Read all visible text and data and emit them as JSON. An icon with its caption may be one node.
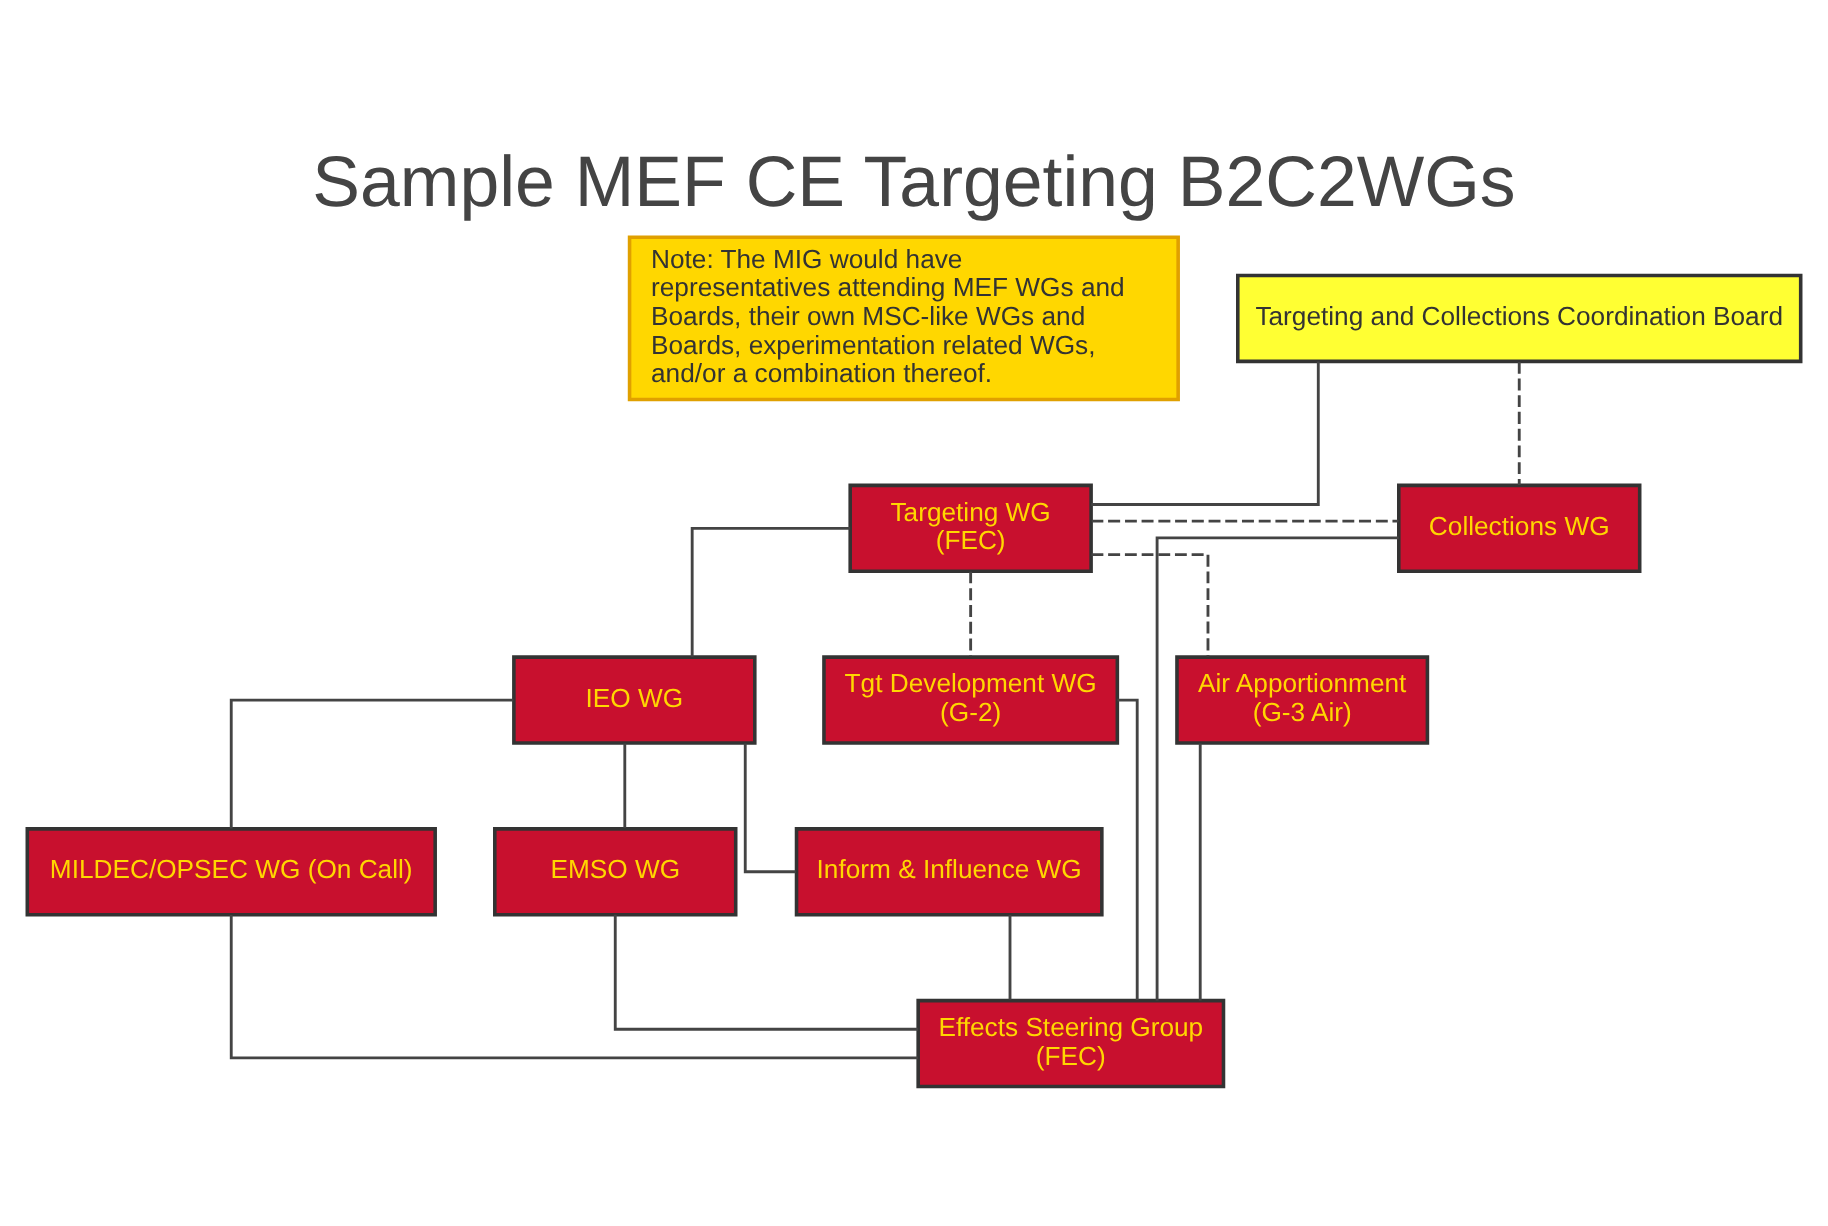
{
  "diagram": {
    "title": "Sample MEF CE Targeting B2C2WGs",
    "nodes": [
      {
        "text": [
          "Note: The MIG would have representatives attending MEF WGs and Boards, their own MSC-like WGs and Boards, experimentation related WGs, and/or a combination thereof."
        ]
      },
      {
        "text": [
          "Targeting and Collections Coordination Board"
        ]
      },
      {
        "text": [
          "Targeting WG",
          "(FEC)"
        ]
      },
      {
        "text": [
          "Collections WG"
        ]
      },
      {
        "text": [
          "IEO WG"
        ]
      },
      {
        "text": [
          "Tgt Development WG",
          "(G-2)"
        ]
      },
      {
        "text": [
          "Air Apportionment",
          "(G-3 Air)"
        ]
      },
      {
        "text": [
          "MILDEC/OPSEC WG (On Call)"
        ]
      },
      {
        "text": [
          "EMSO WG"
        ]
      },
      {
        "text": [
          "Inform & Influence WG"
        ]
      },
      {
        "text": [
          "Effects Steering Group",
          "(FEC)"
        ]
      }
    ],
    "edges": [
      {
        "from": 1,
        "to": 2,
        "arrow": "none"
      },
      {
        "from": 1,
        "to": 3,
        "arrow": "none",
        "style": "dashed"
      },
      {
        "from": 2,
        "to": 3,
        "arrow": "none",
        "style": "dashed"
      },
      {
        "from": 2,
        "to": 4,
        "arrow": "none"
      },
      {
        "from": 2,
        "to": 5,
        "arrow": "none",
        "style": "dashed"
      },
      {
        "from": 2,
        "to": 6,
        "arrow": "none",
        "style": "dashed"
      },
      {
        "from": 4,
        "to": 7,
        "arrow": "none"
      },
      {
        "from": 4,
        "to": 8,
        "arrow": "none"
      },
      {
        "from": 4,
        "to": 9,
        "arrow": "none"
      },
      {
        "from": 7,
        "to": 10,
        "arrow": "none"
      },
      {
        "from": 8,
        "to": 10,
        "arrow": "none"
      },
      {
        "from": 9,
        "to": 10,
        "arrow": "none"
      },
      {
        "from": 5,
        "to": 10,
        "arrow": "none"
      },
      {
        "from": 6,
        "to": 10,
        "arrow": "none"
      },
      {
        "from": 3,
        "to": 10,
        "arrow": "none"
      }
    ]
  }
}
